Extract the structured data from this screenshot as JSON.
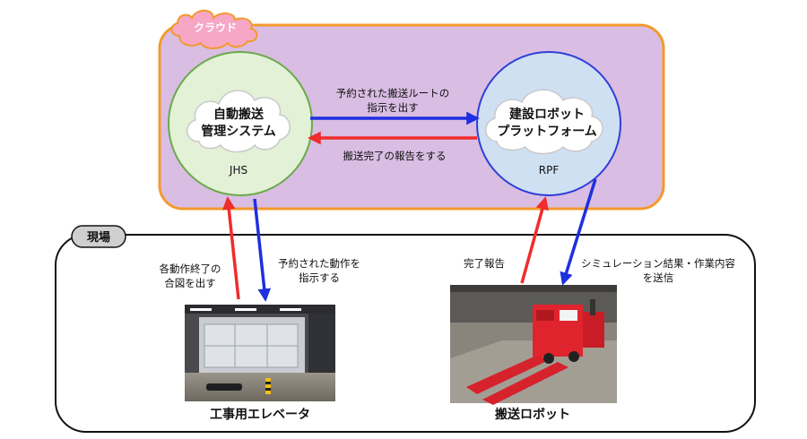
{
  "cloud_zone": {
    "label": "クラウド",
    "jhs": {
      "line1": "自動搬送",
      "line2": "管理システム",
      "code": "JHS"
    },
    "rpf": {
      "line1": "建設ロボット",
      "line2": "プラットフォーム",
      "code": "RPF"
    },
    "arrow_to_rpf": {
      "line1": "予約された搬送ルートの",
      "line2": "指示を出す"
    },
    "arrow_to_jhs": {
      "line1": "搬送完了の報告をする"
    }
  },
  "site_zone": {
    "label": "現場",
    "elevator_up": {
      "line1": "各動作終了の",
      "line2": "合図を出す"
    },
    "elevator_down": {
      "line1": "予約された動作を",
      "line2": "指示する"
    },
    "robot_up": {
      "line1": "完了報告"
    },
    "robot_down": {
      "line1": "シミュレーション結果・作業内容",
      "line2": "を送信"
    },
    "elevator_caption": "工事用エレベータ",
    "robot_caption": "搬送ロボット"
  },
  "colors": {
    "cloud_zone_fill": "#d9bde3",
    "cloud_zone_border": "#f39a2c",
    "jhs_fill": "#e3f1d7",
    "jhs_border": "#6aaa4a",
    "rpf_fill": "#cfe0f3",
    "rpf_border": "#2f3fd6",
    "arrow_blue": "#1f2fe0",
    "arrow_red": "#f02c2c"
  }
}
